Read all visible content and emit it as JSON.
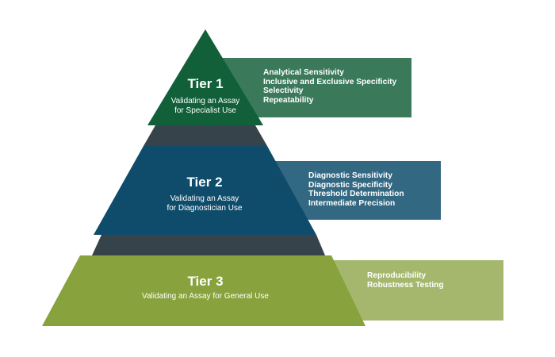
{
  "diagram": {
    "type": "pyramid",
    "colors": {
      "tier1": "#12603a",
      "tier1_box": "#3a7a5a",
      "tier2": "#0f4c6b",
      "tier2_box": "#336882",
      "tier3": "#88a23e",
      "tier3_box": "#a5b76c",
      "separator": "#37434b",
      "text": "#ffffff"
    },
    "tiers": [
      {
        "title": "Tier 1",
        "subtitle_lines": [
          "Validating an Assay",
          "for Specialist Use"
        ],
        "criteria": [
          "Analytical Sensitivity",
          "Inclusive and Exclusive Specificity",
          "Selectivity",
          "Repeatability"
        ]
      },
      {
        "title": "Tier 2",
        "subtitle_lines": [
          "Validating an Assay",
          "for Diagnostician Use"
        ],
        "criteria": [
          "Diagnostic Sensitivity",
          "Diagnostic Specificity",
          "Threshold Determination",
          "Intermediate Precision"
        ]
      },
      {
        "title": "Tier 3",
        "subtitle_lines": [
          "Validating an Assay for General Use"
        ],
        "criteria": [
          "Reproducibility",
          "Robustness Testing"
        ]
      }
    ]
  }
}
